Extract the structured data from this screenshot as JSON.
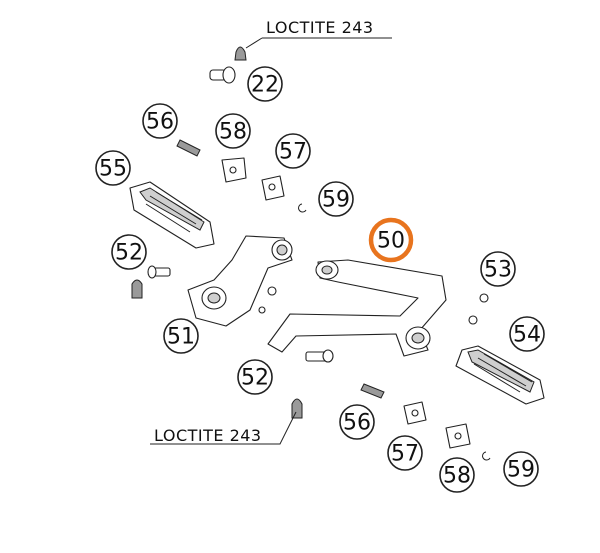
{
  "labels": {
    "loctite_top": "LOCTITE 243",
    "loctite_bottom": "LOCTITE 243"
  },
  "callouts": [
    {
      "id": "c22",
      "text": "22"
    },
    {
      "id": "c56a",
      "text": "56"
    },
    {
      "id": "c58a",
      "text": "58"
    },
    {
      "id": "c57a",
      "text": "57"
    },
    {
      "id": "c55",
      "text": "55"
    },
    {
      "id": "c59a",
      "text": "59"
    },
    {
      "id": "c50",
      "text": "50"
    },
    {
      "id": "c52a",
      "text": "52"
    },
    {
      "id": "c53",
      "text": "53"
    },
    {
      "id": "c51",
      "text": "51"
    },
    {
      "id": "c54",
      "text": "54"
    },
    {
      "id": "c52b",
      "text": "52"
    },
    {
      "id": "c56b",
      "text": "56"
    },
    {
      "id": "c57b",
      "text": "57"
    },
    {
      "id": "c58b",
      "text": "58"
    },
    {
      "id": "c59b",
      "text": "59"
    }
  ],
  "colors": {
    "highlight": "#e8741e",
    "line": "#222222"
  }
}
